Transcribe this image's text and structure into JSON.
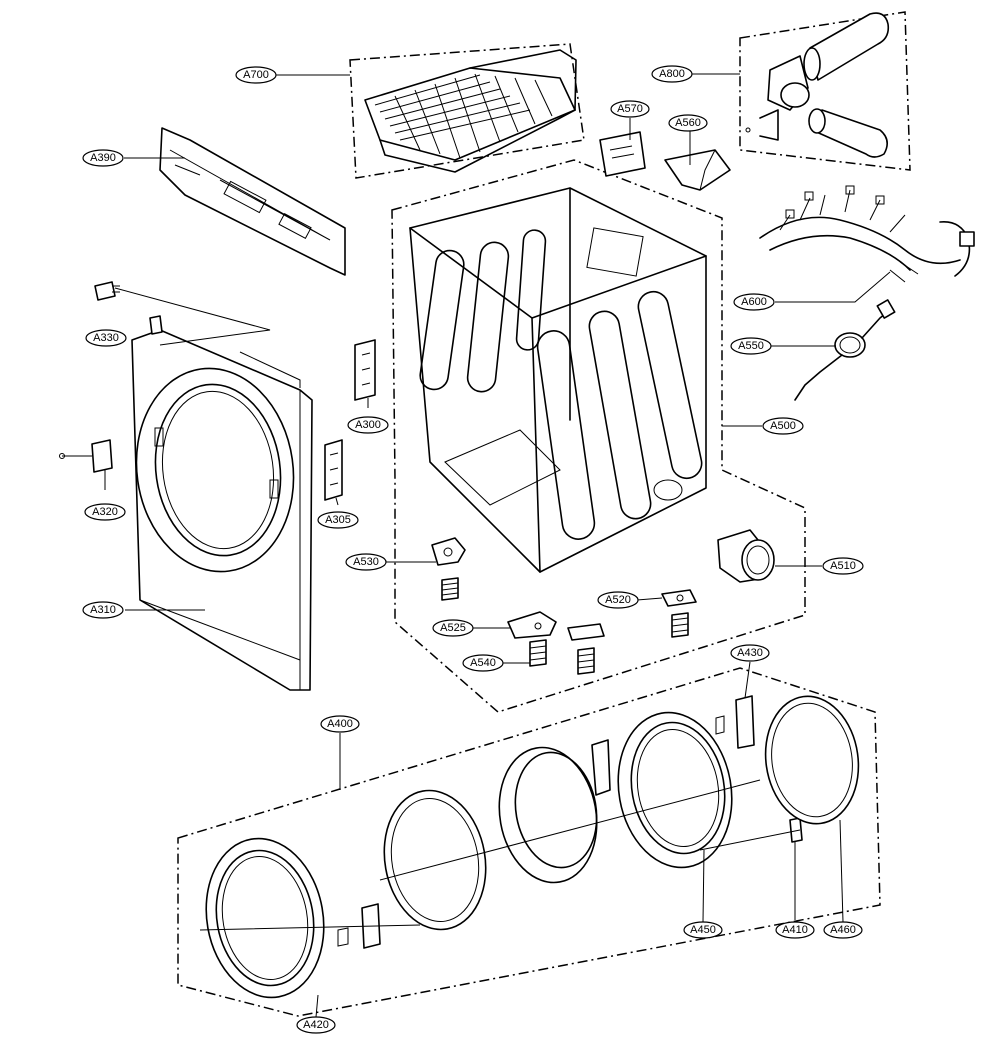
{
  "callouts": [
    {
      "id": "A700",
      "label": "A700"
    },
    {
      "id": "A800",
      "label": "A800"
    },
    {
      "id": "A570",
      "label": "A570"
    },
    {
      "id": "A560",
      "label": "A560"
    },
    {
      "id": "A390",
      "label": "A390"
    },
    {
      "id": "A330",
      "label": "A330"
    },
    {
      "id": "A600",
      "label": "A600"
    },
    {
      "id": "A550",
      "label": "A550"
    },
    {
      "id": "A300",
      "label": "A300"
    },
    {
      "id": "A500",
      "label": "A500"
    },
    {
      "id": "A320",
      "label": "A320"
    },
    {
      "id": "A305",
      "label": "A305"
    },
    {
      "id": "A530",
      "label": "A530"
    },
    {
      "id": "A510",
      "label": "A510"
    },
    {
      "id": "A520",
      "label": "A520"
    },
    {
      "id": "A310",
      "label": "A310"
    },
    {
      "id": "A525",
      "label": "A525"
    },
    {
      "id": "A540",
      "label": "A540"
    },
    {
      "id": "A430",
      "label": "A430"
    },
    {
      "id": "A400",
      "label": "A400"
    },
    {
      "id": "A450",
      "label": "A450"
    },
    {
      "id": "A410",
      "label": "A410"
    },
    {
      "id": "A460",
      "label": "A460"
    },
    {
      "id": "A420",
      "label": "A420"
    }
  ]
}
